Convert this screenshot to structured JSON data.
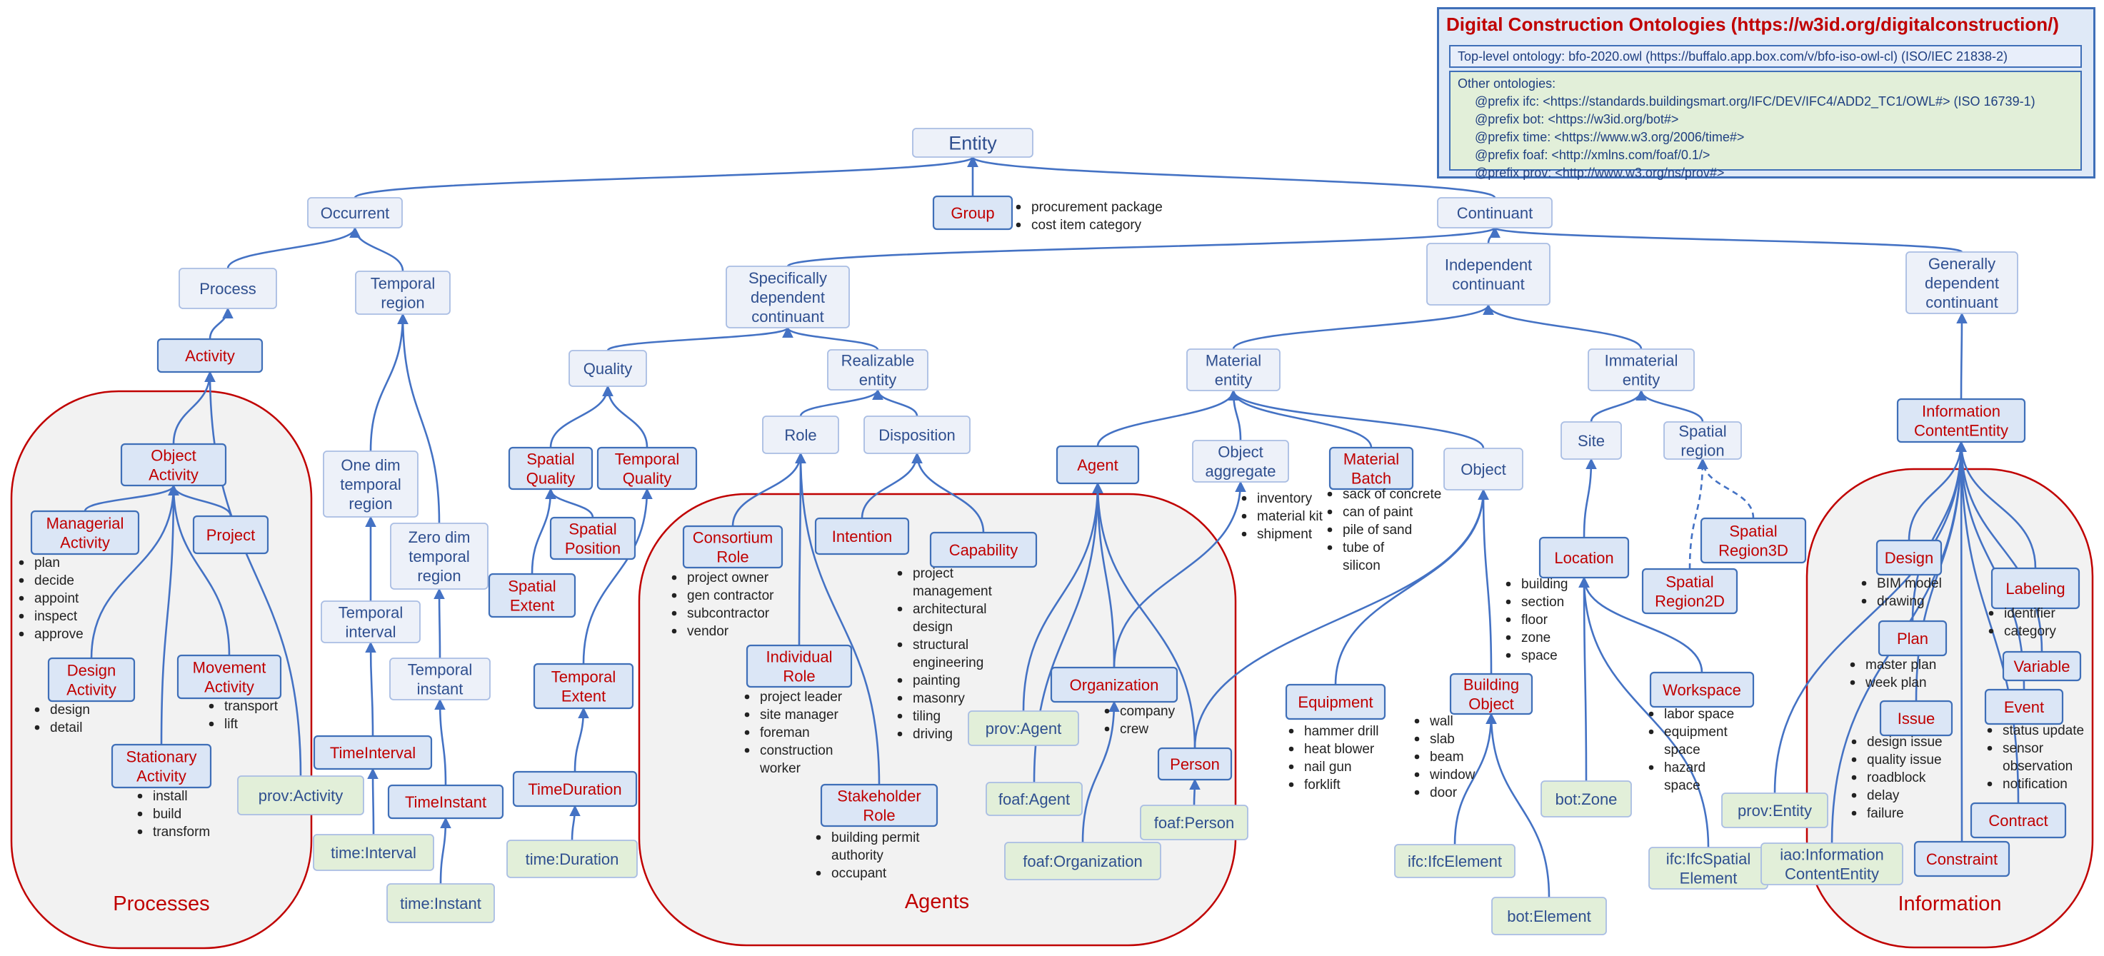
{
  "legend": {
    "title": "Digital Construction Ontologies (https://w3id.org/digitalconstruction/)",
    "top_level": "Top-level ontology: bfo-2020.owl (https://buffalo.app.box.com/v/bfo-iso-owl-cl) (ISO/IEC 21838-2)",
    "other_heading": "Other ontologies:",
    "prefixes": [
      "@prefix ifc: <https://standards.buildingsmart.org/IFC/DEV/IFC4/ADD2_TC1/OWL#> (ISO 16739-1)",
      "@prefix bot: <https://w3id.org/bot#>",
      "@prefix time: <https://www.w3.org/2006/time#>",
      "@prefix foaf: <http://xmlns.com/foaf/0.1/>",
      "@prefix prov: <http://www.w3.org/ns/prov#>"
    ]
  },
  "colors": {
    "bfo_fill": "#edf1f9",
    "bfo_stroke": "#a9bde3",
    "bfo_text": "#2f4f8f",
    "dco_fill": "#dbe6f6",
    "dco_stroke": "#3f6fb8",
    "dco_text": "#c00000",
    "ext_fill": "#e2efd9",
    "ext_stroke": "#a9bde3",
    "ext_text": "#2f4f8f",
    "edge": "#4472c4",
    "group_fill": "#f2f2f2",
    "group_stroke": "#c00000"
  },
  "groups": [
    {
      "id": "processes",
      "label": "Processes"
    },
    {
      "id": "agents",
      "label": "Agents"
    },
    {
      "id": "information",
      "label": "Information"
    }
  ],
  "nodes": {
    "entity": "Entity",
    "occurrent": "Occurrent",
    "group": "Group",
    "continuant": "Continuant",
    "process": "Process",
    "temporal_region": "Temporal|region",
    "spec_dep": "Specifically|dependent|continuant",
    "indep_cont": "Independent|continuant",
    "gen_dep": "Generally|dependent|continuant",
    "activity": "Activity",
    "quality": "Quality",
    "realizable": "Realizable|entity",
    "material_entity": "Material|entity",
    "immaterial_entity": "Immaterial|entity",
    "object_activity": "Object|Activity",
    "one_dim": "One dim|temporal|region",
    "spatial_quality": "Spatial|Quality",
    "temporal_quality": "Temporal|Quality",
    "role": "Role",
    "disposition": "Disposition",
    "agent": "Agent",
    "object_aggregate": "Object|aggregate",
    "material_batch": "Material|Batch",
    "object": "Object",
    "site": "Site",
    "spatial_region": "Spatial|region",
    "info_content_entity": "Information|ContentEntity",
    "managerial_activity": "Managerial|Activity",
    "project": "Project",
    "zero_dim": "Zero dim|temporal|region",
    "spatial_position": "Spatial|Position",
    "consortium_role": "Consortium|Role",
    "intention": "Intention",
    "capability": "Capability",
    "spatial_region3d": "Spatial|Region3D",
    "location": "Location",
    "design": "Design",
    "labeling": "Labeling",
    "spatial_extent": "Spatial|Extent",
    "spatial_region2d": "Spatial|Region2D",
    "temporal_interval": "Temporal|interval",
    "plan": "Plan",
    "individual_role": "Individual|Role",
    "design_activity": "Design|Activity",
    "movement_activity": "Movement|Activity",
    "variable": "Variable",
    "temporal_instant": "Temporal|instant",
    "temporal_extent": "Temporal|Extent",
    "organization": "Organization",
    "building_object": "Building|Object",
    "workspace": "Workspace",
    "equipment": "Equipment",
    "event": "Event",
    "issue": "Issue",
    "prov_agent": "prov:Agent",
    "stationary_activity": "Stationary|Activity",
    "timeinterval": "TimeInterval",
    "person": "Person",
    "prov_activity": "prov:Activity",
    "timeinstant": "TimeInstant",
    "timeduration": "TimeDuration",
    "foaf_agent": "foaf:Agent",
    "stakeholder_role": "Stakeholder|Role",
    "bot_zone": "bot:Zone",
    "prov_entity": "prov:Entity",
    "contract": "Contract",
    "foaf_person": "foaf:Person",
    "time_interval": "time:Interval",
    "ifc_spatial": "ifc:IfcSpatial|Element",
    "iao_ice": "iao:Information|ContentEntity",
    "constraint": "Constraint",
    "time_duration": "time:Duration",
    "foaf_org": "foaf:Organization",
    "ifc_element": "ifc:IfcElement",
    "time_instant": "time:Instant",
    "bot_element": "bot:Element"
  },
  "notes": {
    "group": [
      "procurement package",
      "cost item category"
    ],
    "managerial": [
      "plan",
      "decide",
      "appoint",
      "inspect",
      "approve"
    ],
    "design_act": [
      "design",
      "detail"
    ],
    "movement": [
      "transport",
      "lift"
    ],
    "stationary": [
      "install",
      "build",
      "transform"
    ],
    "consortium": [
      "project owner",
      "gen contractor",
      "subcontractor",
      "vendor"
    ],
    "capability": [
      "project",
      "management",
      "architectural",
      "design",
      "structural",
      "engineering",
      "painting",
      "masonry",
      "tiling",
      "driving"
    ],
    "individual": [
      "project leader",
      "site manager",
      "foreman",
      "construction",
      "worker"
    ],
    "stakeholder": [
      "building permit",
      "authority",
      "occupant"
    ],
    "organization": [
      "company",
      "crew"
    ],
    "aggregate": [
      "inventory",
      "material kit",
      "shipment"
    ],
    "batch": [
      "sack of concrete",
      "can of paint",
      "pile of sand",
      "tube of",
      "silicon"
    ],
    "equipment": [
      "hammer drill",
      "heat blower",
      "nail gun",
      "forklift"
    ],
    "building": [
      "wall",
      "slab",
      "beam",
      "window",
      "door"
    ],
    "location": [
      "building",
      "section",
      "floor",
      "zone",
      "space"
    ],
    "workspace": [
      "labor space",
      "equipment",
      "space",
      "hazard",
      "space"
    ],
    "design": [
      "BIM model",
      "drawing"
    ],
    "plan": [
      "master plan",
      "week plan"
    ],
    "issue": [
      "design issue",
      "quality issue",
      "roadblock",
      "delay",
      "failure"
    ],
    "labeling": [
      "identifier",
      "category"
    ],
    "event": [
      "status update",
      "sensor",
      "observation",
      "notification"
    ]
  }
}
